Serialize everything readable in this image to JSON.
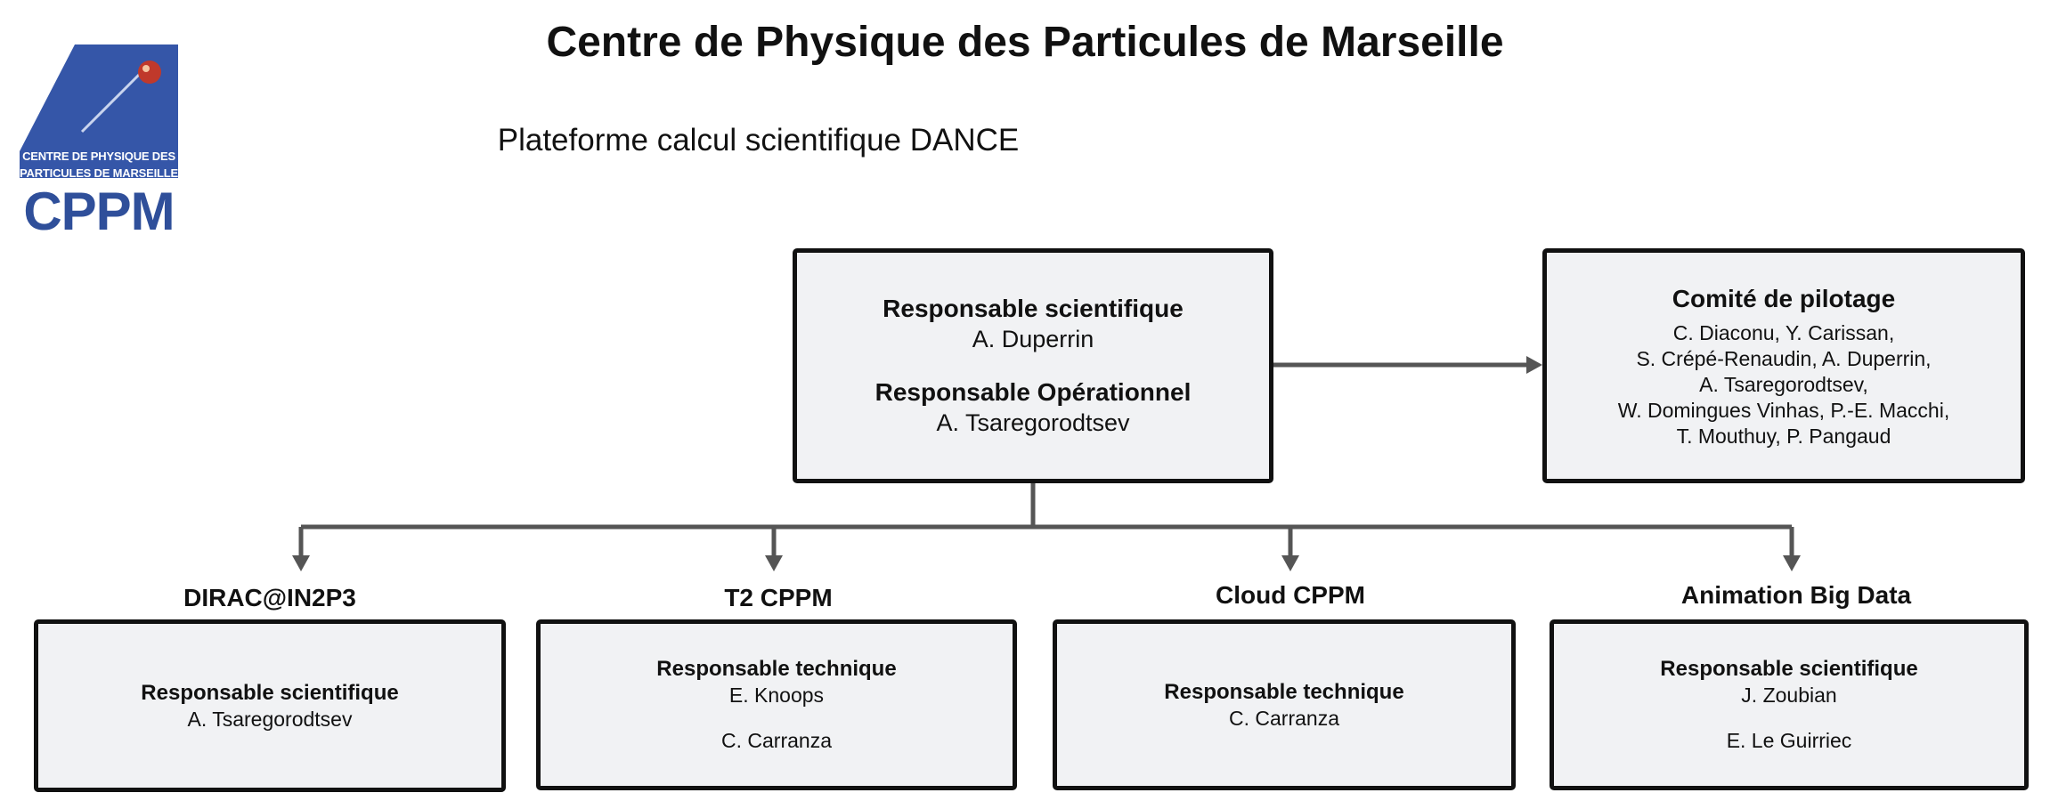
{
  "logo": {
    "line1": "CENTRE DE PHYSIQUE DES",
    "line2": "PARTICULES DE MARSEILLE",
    "acronym": "CPPM",
    "colors": {
      "blue": "#3556a8",
      "sphere": "#c0392b"
    }
  },
  "header": {
    "title": "Centre de Physique des Particules de Marseille",
    "subtitle": "Plateforme calcul scientifique DANCE"
  },
  "leadership": {
    "role1": "Responsable scientifique",
    "name1": "A. Duperrin",
    "role2": "Responsable Opérationnel",
    "name2": "A. Tsaregorodtsev"
  },
  "steering": {
    "title": "Comité de pilotage",
    "lines": [
      "C. Diaconu, Y. Carissan,",
      "S. Crépé-Renaudin, A. Duperrin,",
      "A. Tsaregorodtsev,",
      "W. Domingues Vinhas, P.-E. Macchi,",
      "T. Mouthuy, P. Pangaud"
    ]
  },
  "teams": [
    {
      "name": "DIRAC@IN2P3",
      "role": "Responsable scientifique",
      "members": [
        "A. Tsaregorodtsev"
      ]
    },
    {
      "name": "T2 CPPM",
      "role": "Responsable technique",
      "members": [
        "E. Knoops",
        "C. Carranza"
      ]
    },
    {
      "name": "Cloud CPPM",
      "role": "Responsable technique",
      "members": [
        "C. Carranza"
      ]
    },
    {
      "name": "Animation Big Data",
      "role": "Responsable scientifique",
      "members": [
        "J. Zoubian",
        "E. Le Guirriec"
      ]
    }
  ],
  "colors": {
    "box_fill": "#f1f2f4",
    "border": "#111111",
    "connector": "#555555"
  }
}
